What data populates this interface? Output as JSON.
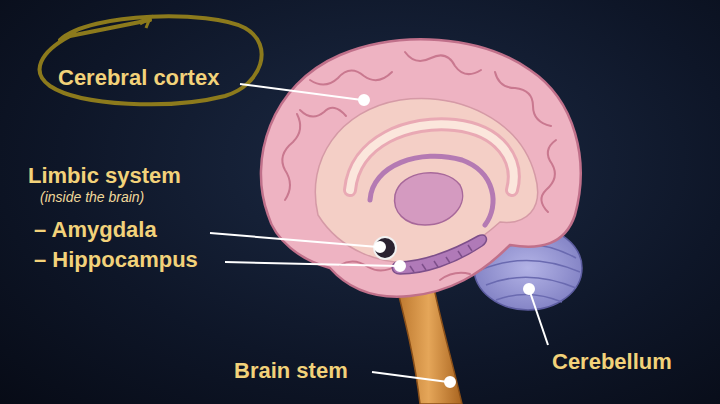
{
  "diagram": {
    "labels": [
      "Cerebral cortex",
      "Limbic system",
      "(inside the brain)",
      "– Amygdala",
      "– Hippocampus",
      "Brain stem",
      "Cerebellum"
    ]
  }
}
